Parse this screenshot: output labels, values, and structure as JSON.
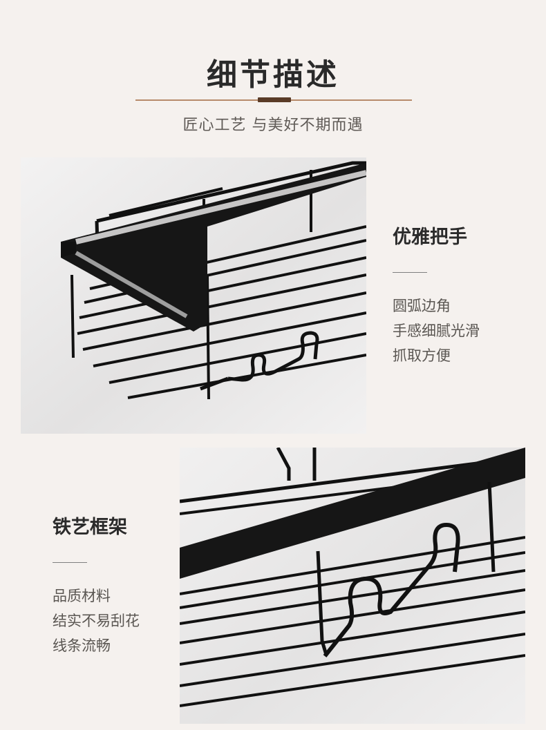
{
  "header": {
    "title": "细节描述",
    "subtitle": "匠心工艺 与美好不期而遇"
  },
  "features": [
    {
      "title": "优雅把手",
      "lines": [
        "圆弧边角",
        "手感细腻光滑",
        "抓取方便"
      ]
    },
    {
      "title": "铁艺框架",
      "lines": [
        "品质材料",
        "结实不易刮花",
        "线条流畅"
      ]
    }
  ],
  "colors": {
    "background": "#f5f1ee",
    "accent": "#5a3b27",
    "rule": "#b78a6a",
    "wire": "#111111"
  }
}
